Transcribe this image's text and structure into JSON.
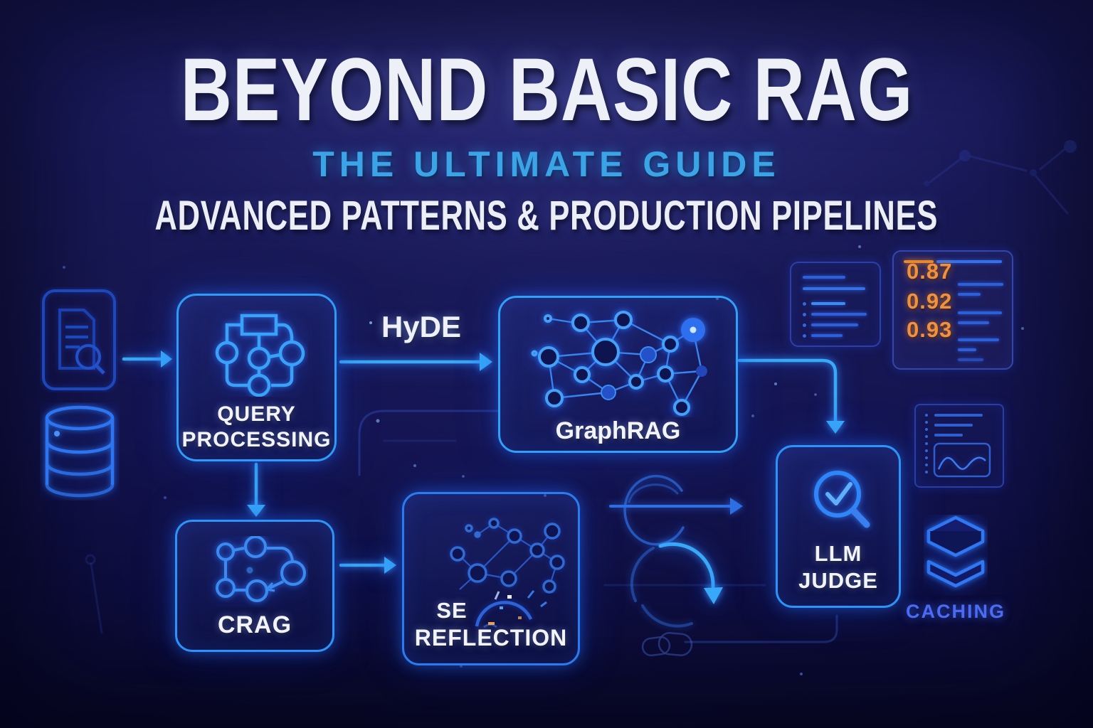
{
  "title": {
    "main": "BEYOND BASIC RAG",
    "subtitle": "THE ULTIMATE GUIDE",
    "tagline": "ADVANCED PATTERNS & PRODUCTION PIPELINES"
  },
  "pipeline": {
    "query_processing": {
      "line1": "QUERY",
      "line2": "PROCESSING"
    },
    "graphrag": {
      "label": "GraphRAG"
    },
    "crag": {
      "label": "CRAG"
    },
    "self_reflection": {
      "line1": "SE",
      "line2": "REFLECTION"
    },
    "llm_judge": {
      "line1": "LLM",
      "line2": "JUDGE"
    },
    "hyde_label": "HyDE",
    "caching_label": "CACHING"
  },
  "score_card": {
    "scores": [
      "0.87",
      "0.92",
      "0.93"
    ]
  },
  "colors": {
    "background": "#14144e",
    "box_border_blue": "#2d93f7",
    "arrow_cyan": "#38a8f8",
    "subtitle_blue": "#3ba4e6",
    "score_orange": "#f2913d",
    "caching_blue": "#4b6cf2",
    "title_white": "#eef0f8"
  }
}
